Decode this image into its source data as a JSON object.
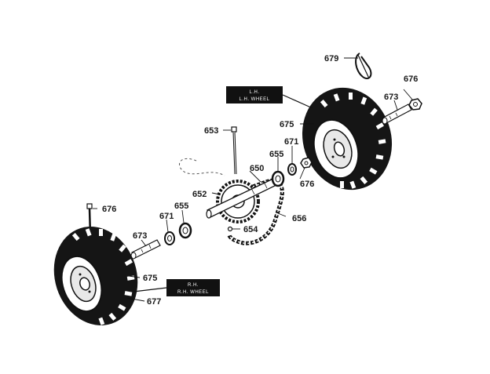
{
  "parts": {
    "p650": "650",
    "p652": "652",
    "p653": "653",
    "p654": "654",
    "p655_upper": "655",
    "p655_lower": "655",
    "p656": "656",
    "p671_upper": "671",
    "p671_lower": "671",
    "p673_right": "673",
    "p673_left": "673",
    "p675_right": "675",
    "p675_left": "675",
    "p676_upper_right": "676",
    "p676_mid_right": "676",
    "p676_left": "676",
    "p677": "677",
    "p679": "679"
  },
  "callouts": {
    "right_wheel": {
      "line1": "L.H.",
      "line2": "L.H. WHEEL"
    },
    "left_wheel": {
      "line1": "R.H.",
      "line2": "R.H. WHEEL"
    }
  },
  "colors": {
    "ink": "#111111",
    "paper": "#ffffff",
    "hub": "#e8e8e8"
  }
}
